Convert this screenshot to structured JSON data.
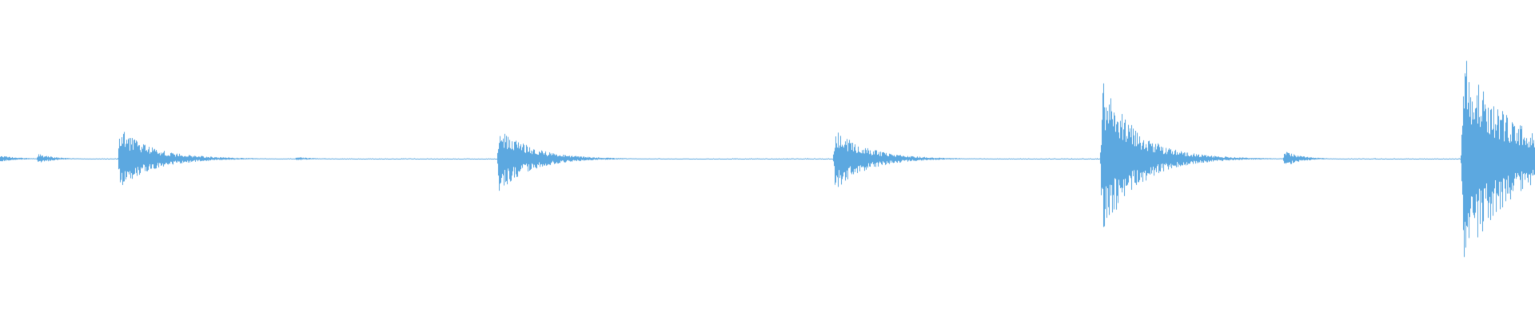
{
  "waveform": {
    "color": "#5ca8e0",
    "background": "#ffffff",
    "baseline_level": 0.004,
    "events": [
      {
        "t": 0.0,
        "amp": 0.02,
        "decay": 0.012,
        "density": 0.5
      },
      {
        "t": 0.025,
        "amp": 0.03,
        "decay": 0.01,
        "density": 0.5
      },
      {
        "t": 0.078,
        "amp": 0.19,
        "decay": 0.022,
        "density": 1.0
      },
      {
        "t": 0.193,
        "amp": 0.012,
        "decay": 0.01,
        "density": 0.5
      },
      {
        "t": 0.325,
        "amp": 0.21,
        "decay": 0.02,
        "density": 0.9
      },
      {
        "t": 0.544,
        "amp": 0.2,
        "decay": 0.02,
        "density": 0.9
      },
      {
        "t": 0.718,
        "amp": 0.5,
        "decay": 0.022,
        "density": 0.9
      },
      {
        "t": 0.837,
        "amp": 0.05,
        "decay": 0.01,
        "density": 0.6
      },
      {
        "t": 0.953,
        "amp": 0.7,
        "decay": 0.032,
        "density": 1.0
      },
      {
        "t": 0.998,
        "amp": 0.19,
        "decay": 0.004,
        "density": 0.8
      }
    ]
  }
}
